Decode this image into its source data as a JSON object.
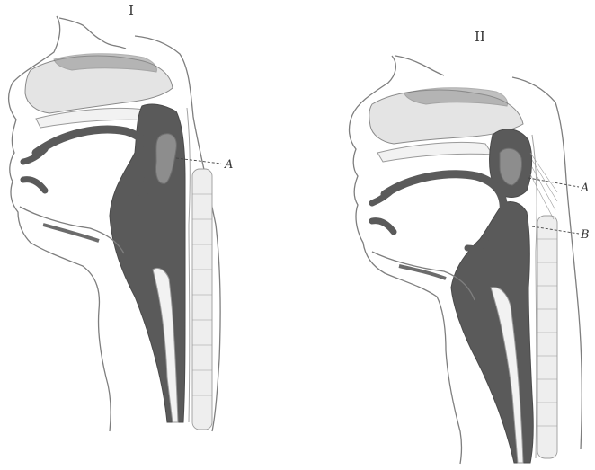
{
  "figures": [
    {
      "id": "I",
      "numeral": "I",
      "labels": [
        {
          "letter": "A"
        }
      ]
    },
    {
      "id": "II",
      "numeral": "II",
      "labels": [
        {
          "letter": "A"
        },
        {
          "letter": "B"
        }
      ]
    }
  ],
  "colors": {
    "ink": "#7e7e7e",
    "dark_tract": "#5a5a5a",
    "mid_tone": "#8d8d8d",
    "pale_tone": "#e4e4e4",
    "paper": "#ffffff"
  }
}
